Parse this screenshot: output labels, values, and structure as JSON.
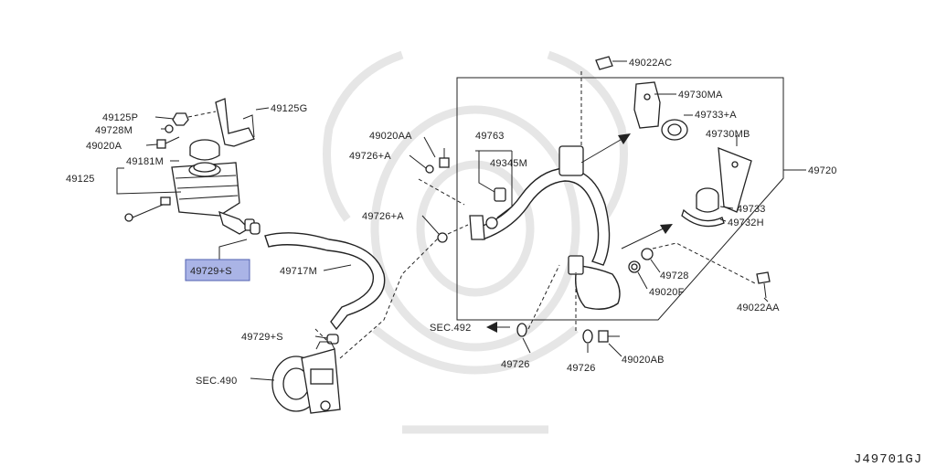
{
  "diagram": {
    "code": "J49701GJ",
    "selected": "49729+S",
    "labels": {
      "p49022AC": "49022AC",
      "p49730MA": "49730MA",
      "p49733A": "49733+A",
      "p49730MB": "49730MB",
      "p49720": "49720",
      "p49733": "49733",
      "p49732H": "49732H",
      "p49125P": "49125P",
      "p49125G": "49125G",
      "p49728M": "49728M",
      "p49020A": "49020A",
      "p49181M": "49181M",
      "p49125": "49125",
      "p49020AA": "49020AA",
      "p49763": "49763",
      "p49726A_top": "49726+A",
      "p49345M": "49345M",
      "p49726A_mid": "49726+A",
      "p49729S_top": "49729+S",
      "p49717M": "49717M",
      "p49729S_bottom": "49729+S",
      "sec490": "SEC.490",
      "sec492": "SEC.492",
      "p49726_a": "49726",
      "p49726_b": "49726",
      "p49020AB": "49020AB",
      "p49728": "49728",
      "p49020F": "49020F",
      "p49022AA": "49022AA"
    }
  }
}
